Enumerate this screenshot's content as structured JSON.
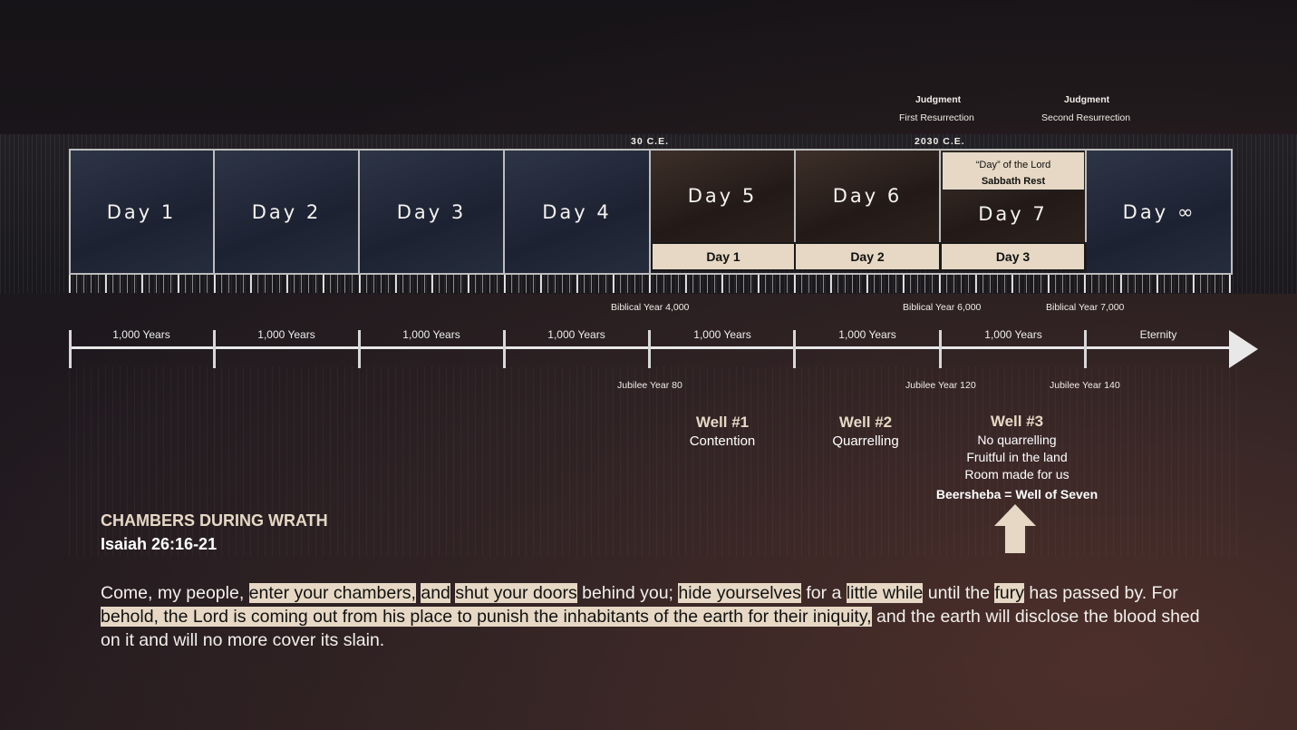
{
  "top_labels": {
    "judgment_1": "Judgment",
    "first_resurrection": "First Resurrection",
    "judgment_2": "Judgment",
    "second_resurrection": "Second Resurrection",
    "ce_30": "30 C.E.",
    "ce_2030": "2030 C.E."
  },
  "days": [
    "Day 1",
    "Day 2",
    "Day 3",
    "Day 4",
    "Day 5",
    "Day 6",
    "Day 7",
    "Day ∞"
  ],
  "sub_days": [
    "Day 1",
    "Day 2",
    "Day 3"
  ],
  "sabbath_box": {
    "line1": "“Day” of the Lord",
    "line2": "Sabbath Rest"
  },
  "biblical_years": [
    "Biblical Year 4,000",
    "Biblical Year 6,000",
    "Biblical Year 7,000"
  ],
  "year_spans": [
    "1,000 Years",
    "1,000 Years",
    "1,000 Years",
    "1,000 Years",
    "1,000 Years",
    "1,000 Years",
    "1,000 Years",
    "Eternity"
  ],
  "jubilee_years": [
    "Jubilee Year 80",
    "Jubilee Year 120",
    "Jubilee Year 140"
  ],
  "wells": [
    {
      "title": "Well #1",
      "lines": [
        "Contention"
      ]
    },
    {
      "title": "Well #2",
      "lines": [
        "Quarrelling"
      ]
    },
    {
      "title": "Well #3",
      "lines": [
        "No quarrelling",
        "Fruitful in the land",
        "Room made for us"
      ],
      "footer": "Beersheba = Well of Seven"
    }
  ],
  "heading": {
    "title": "CHAMBERS DURING WRATH",
    "reference": "Isaiah 26:16-21"
  },
  "colors": {
    "highlight": "#e6d8c4",
    "day_blue": "#1c2232",
    "day_brown": "#231a17"
  },
  "quote_segments": [
    {
      "t": "Come, my people, ",
      "hl": false
    },
    {
      "t": "enter your chambers,",
      "hl": true
    },
    {
      "t": " ",
      "hl": false
    },
    {
      "t": "and",
      "hl": true
    },
    {
      "t": " ",
      "hl": false
    },
    {
      "t": "shut your doors",
      "hl": true
    },
    {
      "t": " ",
      "hl": false
    },
    {
      "t": "behind you;",
      "hl": false
    },
    {
      "t": " ",
      "hl": false
    },
    {
      "t": "hide yourselves",
      "hl": true
    },
    {
      "t": " ",
      "hl": false
    },
    {
      "t": "for a",
      "hl": false
    },
    {
      "t": " ",
      "hl": false
    },
    {
      "t": "little while",
      "hl": true
    },
    {
      "t": " until the ",
      "hl": false
    },
    {
      "t": "fury",
      "hl": true
    },
    {
      "t": " has passed by. For ",
      "hl": false
    },
    {
      "t": "behold, the Lord is coming out from his place to punish the inhabitants of the earth for their iniquity,",
      "hl": true
    },
    {
      "t": " and the earth will disclose the blood shed on it and will no more cover its slain.",
      "hl": false
    }
  ]
}
